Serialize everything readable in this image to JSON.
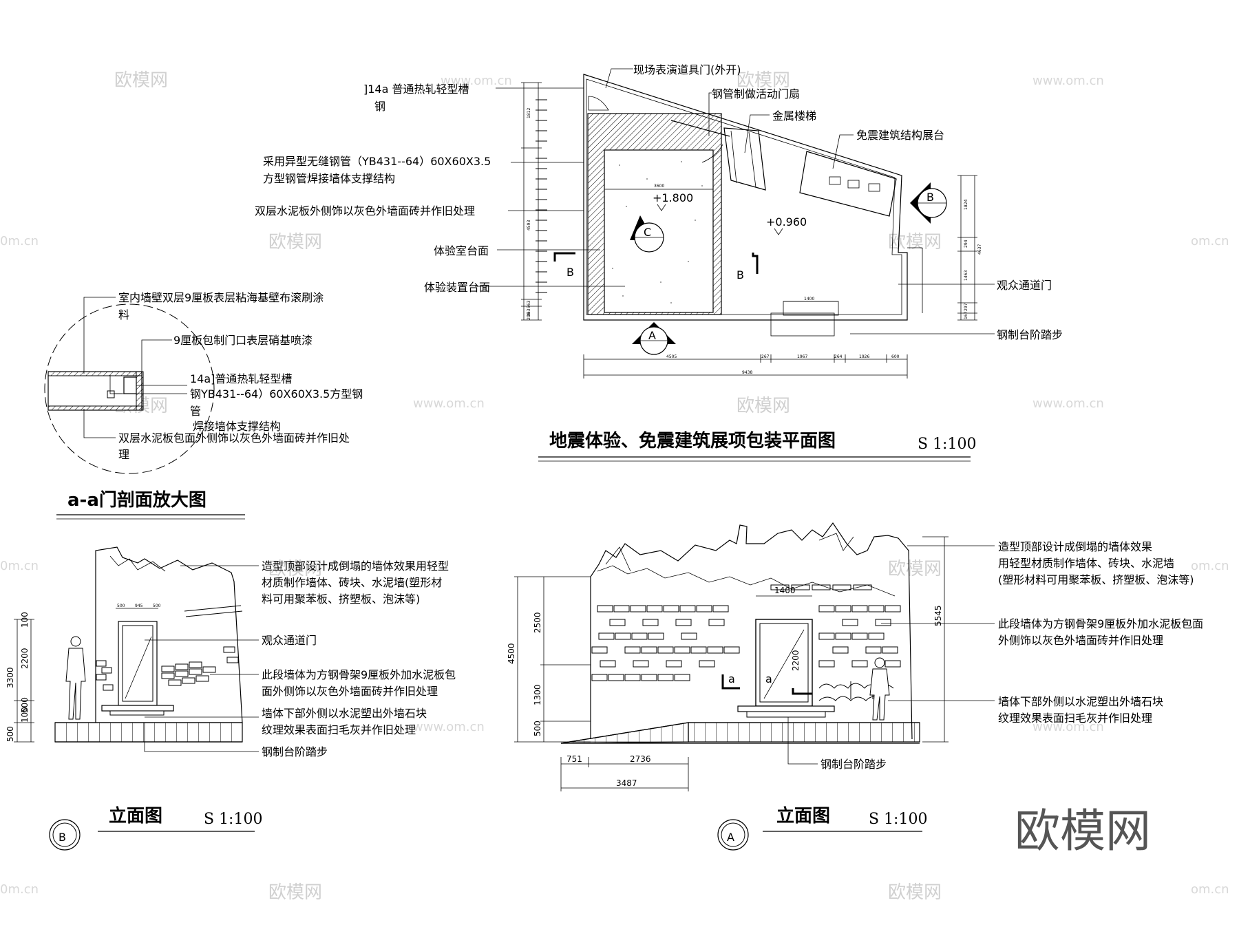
{
  "plan": {
    "title": "地震体验、免震建筑展项包装平面图",
    "scale": "S 1:100",
    "labels": {
      "channel_steel_1": "]14a 普通热轧轻型槽",
      "channel_steel_2": "钢",
      "steel_pipe_1": "采用异型无缝钢管（YB431--64）60X60X3.5",
      "steel_pipe_2": "方型钢管焊接墙体支撑结构",
      "cement_board": "双层水泥板外侧饰以灰色外墙面砖并作旧处理",
      "exp_room_top": "体验室台面",
      "exp_device_top": "体验装置台面",
      "prop_door": "现场表演道具门(外开)",
      "pipe_door": "钢管制做活动门扇",
      "metal_stair": "金属楼梯",
      "exhibit_stand": "免震建筑结构展台",
      "audience_door": "观众通道门",
      "steel_steps": "钢制台阶踏步"
    },
    "levels": {
      "upper": "+1.800",
      "lower": "+0.960"
    },
    "markers": {
      "a": "A",
      "b": "B",
      "c": "C"
    },
    "dims_bottom": [
      "4505",
      "267",
      "1967",
      "264",
      "1926",
      "600"
    ],
    "dim_total": "9438",
    "dim_door": "1400",
    "dim_room": "3600",
    "dims_left": [
      "1812",
      "4593",
      "563",
      "363",
      "200"
    ],
    "dims_right": [
      "1824",
      "294",
      "1463",
      "297",
      "167",
      "4637"
    ]
  },
  "section_aa": {
    "title": "a-a门剖面放大图",
    "labels": {
      "wall_paint_1": "室内墙壁双层9厘板表层粘海基壁布滚刷涂",
      "wall_paint_2": "料",
      "door_board": "9厘板包制门口表层硝基喷漆",
      "channel_steel": "14a]普通热轧轻型槽",
      "pipe_1": "钢YB431--64）60X60X3.5方型钢",
      "pipe_2": "管",
      "pipe_3": "焊接墙体支撑结构",
      "cement_board_1": "双层水泥板包面外侧饰以灰色外墙面砖并作旧处",
      "cement_board_2": "理"
    }
  },
  "elev_b": {
    "title": "立面图",
    "scale": "S 1:100",
    "marker": "B",
    "labels": {
      "collapse_1": "造型顶部设计成倒塌的墙体效果用轻型",
      "collapse_2": "材质制作墙体、砖块、水泥墙(塑形材",
      "collapse_3": "料可用聚苯板、挤塑板、泡沫等)",
      "audience_door": "观众通道门",
      "wall_1": "此段墙体为方钢骨架9厘板外加水泥板包",
      "wall_2": "面外侧饰以灰色外墙面砖并作旧处理",
      "base_1": "墙体下部外侧以水泥塑出外墙石块",
      "base_2": "纹理效果表面扫毛灰并作旧处理",
      "steps": "钢制台阶踏步"
    },
    "dims_left": [
      "3300",
      "2200",
      "100",
      "500",
      "100",
      "500"
    ],
    "dims_top": [
      "500",
      "945",
      "500"
    ]
  },
  "elev_a": {
    "title": "立面图",
    "scale": "S 1:100",
    "marker": "A",
    "section_mark": "a",
    "labels": {
      "collapse_1": "造型顶部设计成倒塌的墙体效果",
      "collapse_2": "用轻型材质制作墙体、砖块、水泥墙",
      "collapse_3": "(塑形材料可用聚苯板、挤塑板、泡沫等)",
      "wall_1": "此段墙体为方钢骨架9厘板外加水泥板包面",
      "wall_2": "外侧饰以灰色外墙面砖并作旧处理",
      "base_1": "墙体下部外侧以水泥塑出外墙石块",
      "base_2": "纹理效果表面扫毛灰并作旧处理",
      "steps": "钢制台阶踏步"
    },
    "dim_door_w": "1400",
    "dim_door_h": "2200",
    "dims_left": [
      "4500",
      "2500",
      "1300",
      "500"
    ],
    "dim_right": "5545",
    "dims_bottom": [
      "751",
      "2736"
    ],
    "dim_bottom_total": "3487"
  },
  "watermarks": {
    "logo": "欧模网",
    "url": "www.om.cn",
    "url_cut": "om.cn",
    "url_left": "0m.cn"
  }
}
